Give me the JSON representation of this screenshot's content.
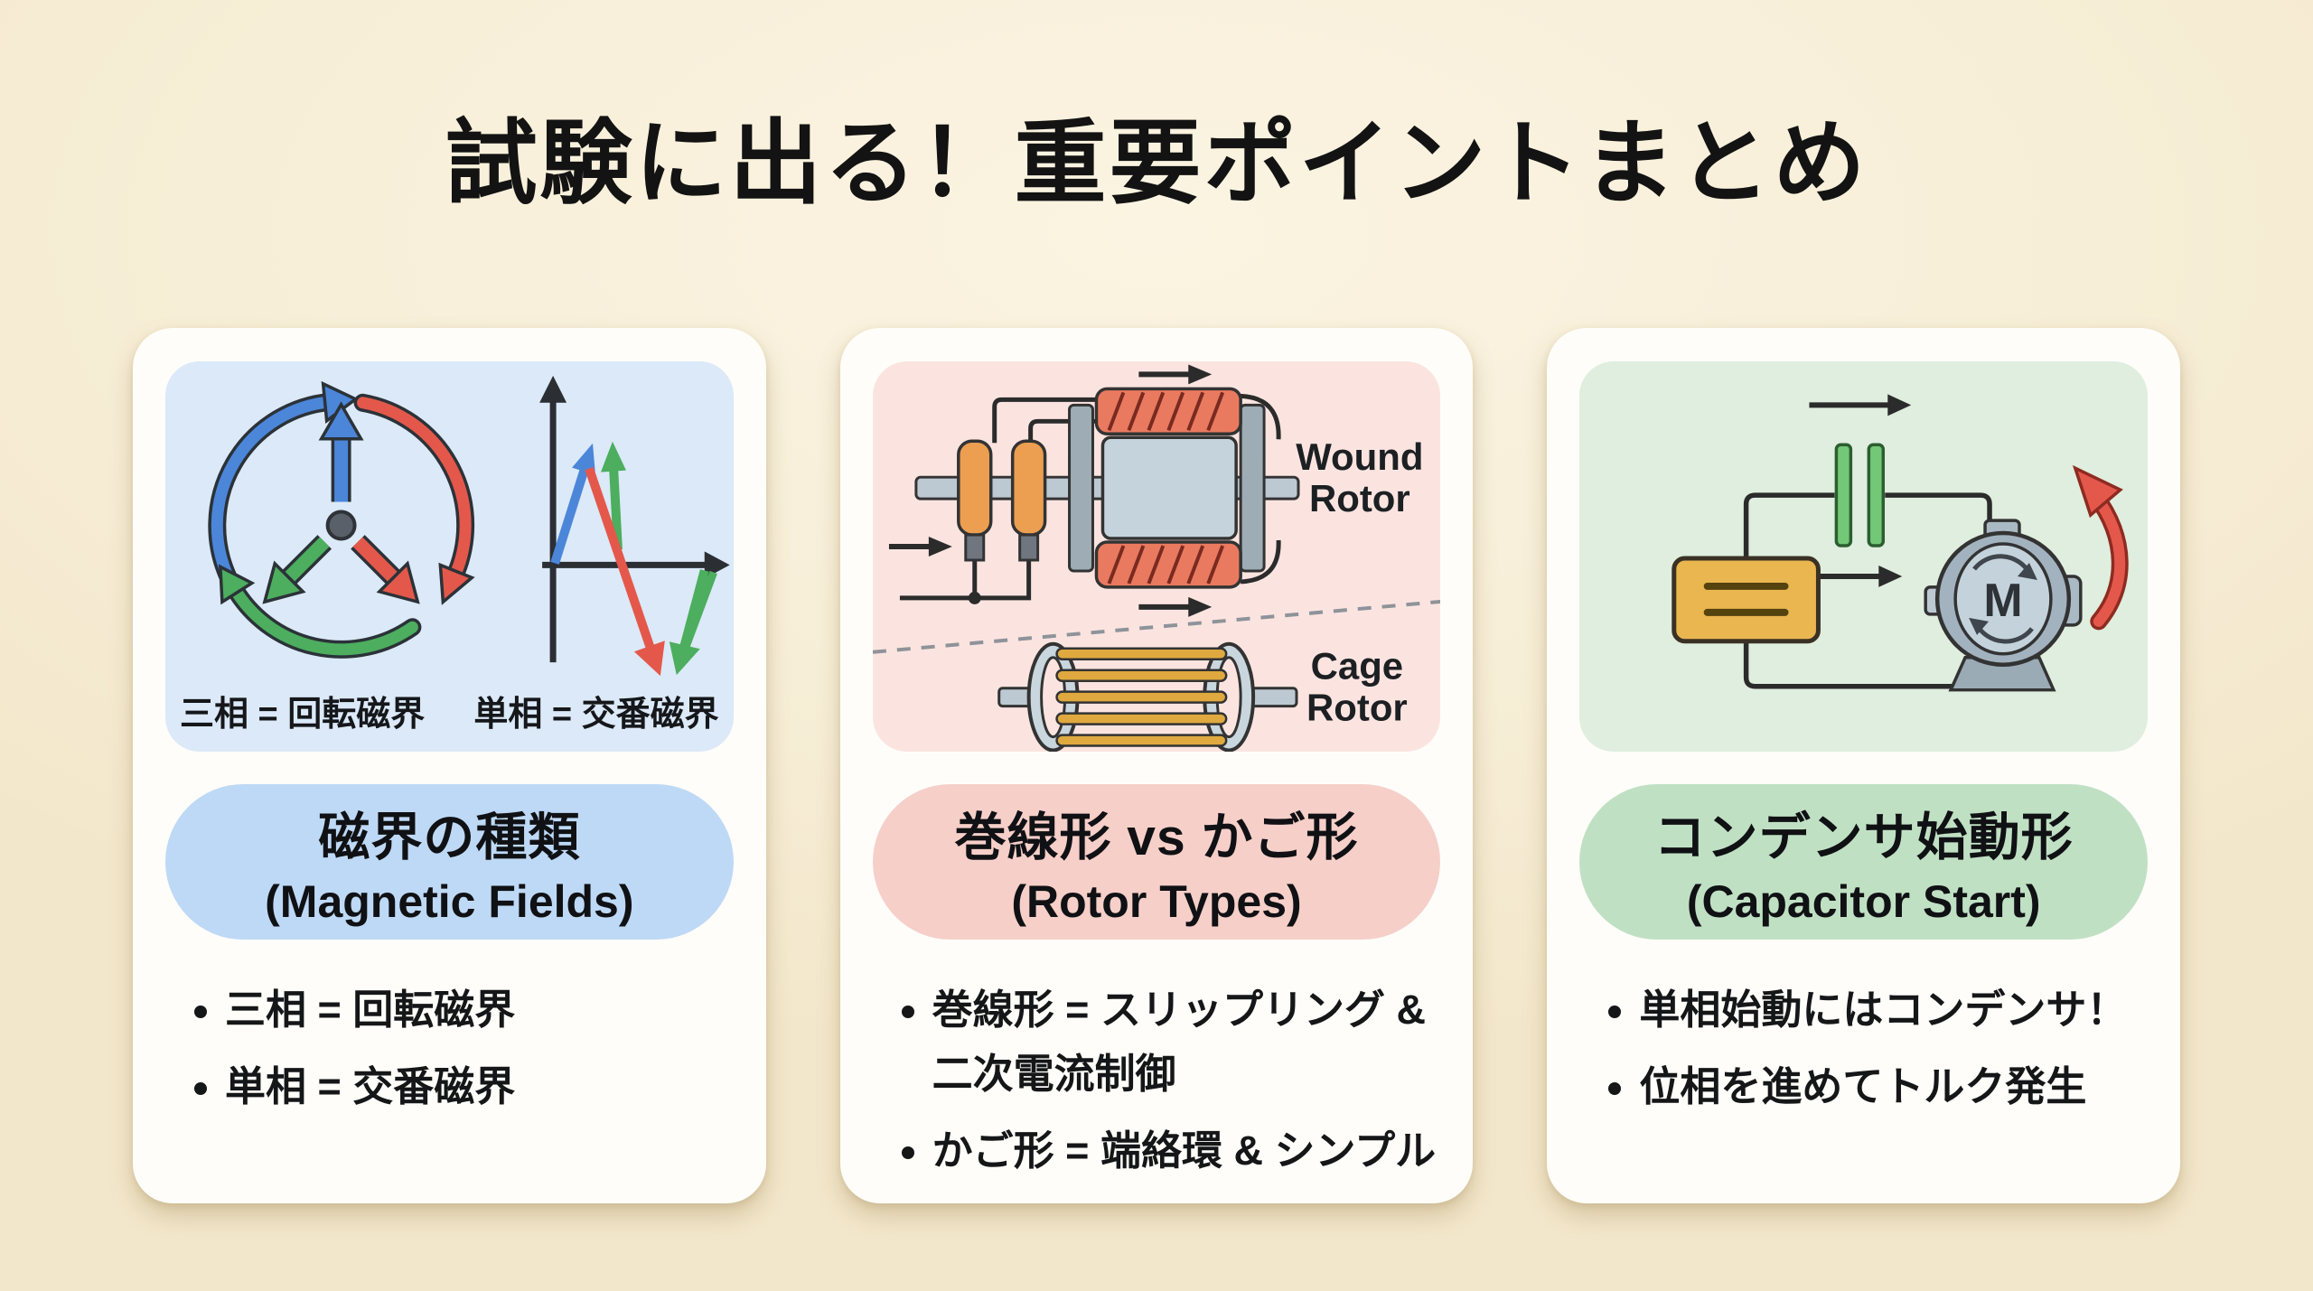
{
  "page": {
    "title": "試験に出る！重要ポイントまとめ",
    "background_color": "#f7eed7"
  },
  "palette": {
    "phase_blue": "#4b86d9",
    "phase_red": "#e4584b",
    "phase_green": "#4cae5e",
    "card_background": "#fffdf9",
    "text_color": "#15171a"
  },
  "cards": [
    {
      "id": "magnetic-fields",
      "panel_color": "#dbe9f8",
      "pill_color": "#bed9f6",
      "heading_jp": "磁界の種類",
      "heading_en": "(Magnetic Fields)",
      "diagram": {
        "caption_left": "三相 = 回転磁界",
        "caption_right": "単相 = 交番磁界"
      },
      "bullets": [
        "三相 = 回転磁界",
        "単相 = 交番磁界"
      ]
    },
    {
      "id": "rotor-types",
      "panel_color": "#fbe4e0",
      "pill_color": "#f6cfc9",
      "heading_jp": "巻線形 vs かご形",
      "heading_en": "(Rotor Types)",
      "diagram": {
        "label_top": [
          "Wound",
          "Rotor"
        ],
        "label_bottom": [
          "Cage",
          "Rotor"
        ]
      },
      "bullets": [
        "巻線形 = スリップリング & 二次電流制御",
        "かご形 = 端絡環 & シンプル"
      ]
    },
    {
      "id": "capacitor-start",
      "panel_color": "#dfeede",
      "pill_color": "#c0e0c4",
      "heading_jp": "コンデンサ始動形",
      "heading_en": "(Capacitor Start)",
      "diagram": {
        "motor_label": "M"
      },
      "bullets": [
        "単相始動にはコンデンサ！",
        "位相を進めてトルク発生"
      ]
    }
  ]
}
